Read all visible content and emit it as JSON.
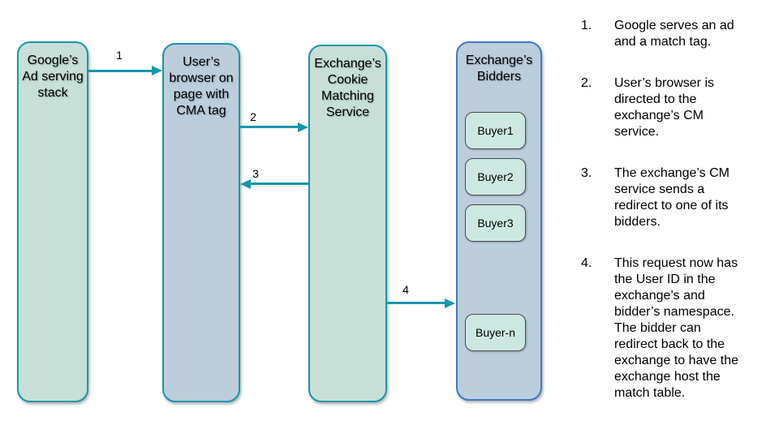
{
  "diagram": {
    "boxes": [
      {
        "label": "Google’s\nAd serving\nstack"
      },
      {
        "label": "User’s\nbrowser on\npage with\nCMA tag"
      },
      {
        "label": "Exchange’s\nCookie\nMatching\nService"
      },
      {
        "label": "Exchange’s\nBidders"
      }
    ],
    "bidders": [
      {
        "label": "Buyer1"
      },
      {
        "label": "Buyer2"
      },
      {
        "label": "Buyer3"
      },
      {
        "label": "Buyer-n"
      }
    ],
    "arrows": [
      {
        "label": "1"
      },
      {
        "label": "2"
      },
      {
        "label": "3"
      },
      {
        "label": "4"
      }
    ]
  },
  "notes": {
    "items": [
      {
        "num": "1.",
        "text": "Google serves an ad\nand a match tag."
      },
      {
        "num": "2.",
        "text": "User’s browser is\ndirected to the\nexchange’s CM\nservice."
      },
      {
        "num": "3.",
        "text": "The exchange’s CM\nservice sends a\nredirect to one of its\nbidders."
      },
      {
        "num": "4.",
        "text": "This request now has\nthe User ID in the\nexchange’s and\nbidder’s namespace.\nThe bidder can\nredirect back to the\nexchange to have the\nexchange host the\nmatch table."
      }
    ]
  },
  "colors": {
    "teal": "#1697ab",
    "green_fill": "#c7dfd6",
    "blue_fill": "#bccddb",
    "blue_border": "#3d78c2",
    "buyer_fill": "#cde8e1",
    "buyer_border": "#4d4d4d"
  }
}
